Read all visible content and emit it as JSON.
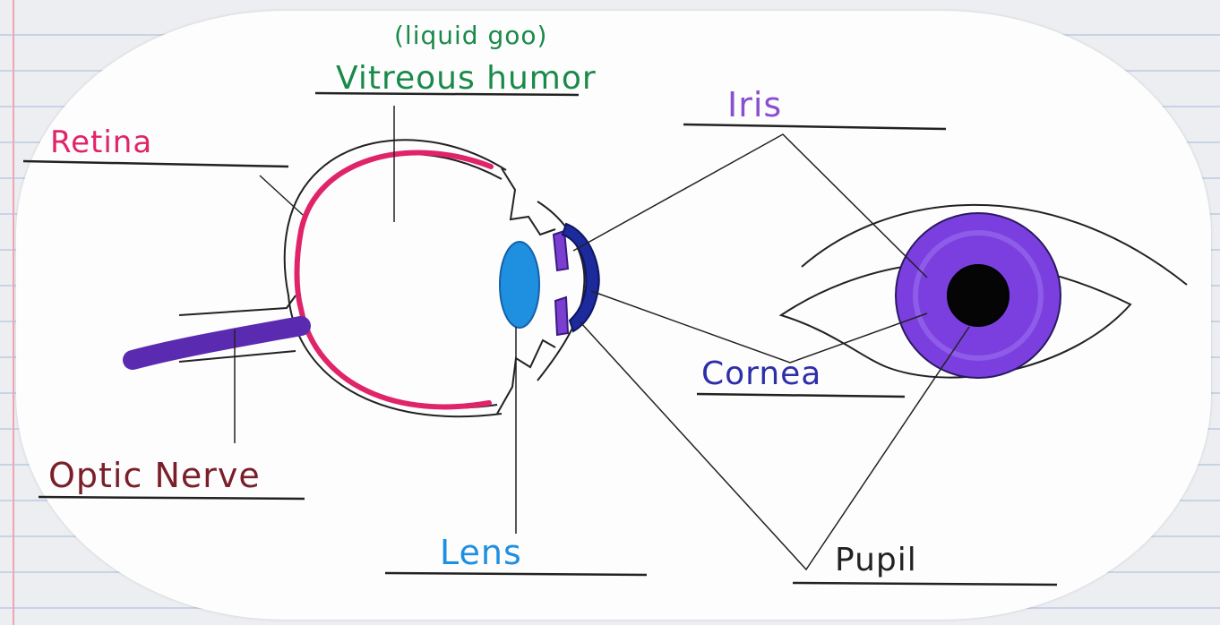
{
  "labels": {
    "vitreous_note": "(liquid goo)",
    "vitreous_humor": "Vitreous humor",
    "retina": "Retina",
    "iris": "Iris",
    "cornea": "Cornea",
    "optic_nerve": "Optic Nerve",
    "lens": "Lens",
    "pupil": "Pupil"
  },
  "colors": {
    "vitreous": "#1a8a4a",
    "retina": "#e0246a",
    "iris": "#8a4fd0",
    "cornea": "#2e2eaa",
    "optic_nerve": "#7a1f2a",
    "lens": "#1f8fe0",
    "pupil": "#222222"
  }
}
